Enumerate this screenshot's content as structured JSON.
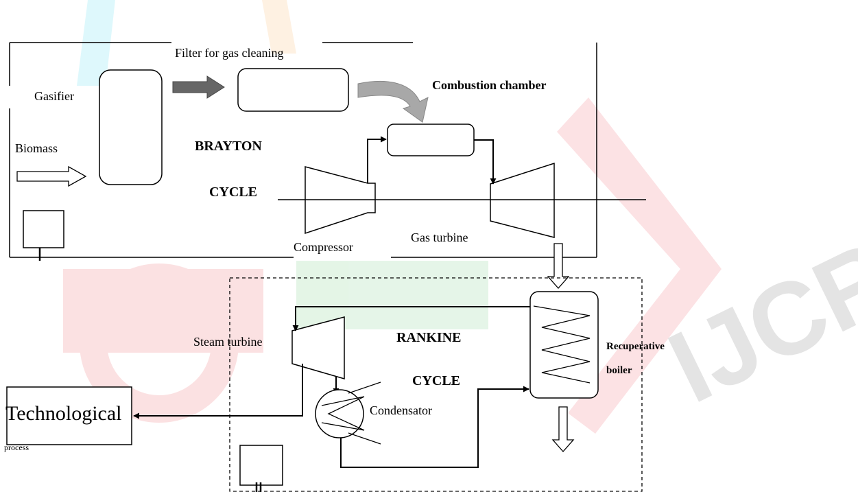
{
  "brayton": {
    "filter_label": "Filter for gas cleaning",
    "gasifier_label": "Gasifier",
    "combustion_label": "Combustion chamber",
    "biomass_label": "Biomass",
    "cycle_name_line1": "BRAYTON",
    "cycle_name_line2": "CYCLE",
    "compressor_label": "Compressor",
    "gas_turbine_label": "Gas turbine"
  },
  "rankine": {
    "cycle_name_line1": "RANKINE",
    "cycle_name_line2": "CYCLE",
    "steam_turbine_label": "Steam turbine",
    "boiler_label_line1": "Recuperative",
    "boiler_label_line2": "boiler",
    "condensator_label": "Condensator"
  },
  "process": {
    "label_line1": "Technological",
    "label_line2": "process"
  },
  "watermark": {
    "text": "IJCRT",
    "colors": {
      "red": "#e8212b",
      "orange": "#f7941d",
      "cyan": "#00c6e6",
      "green": "#39b54a"
    }
  }
}
